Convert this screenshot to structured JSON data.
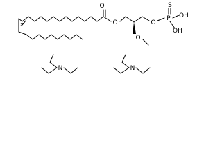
{
  "molecule": {
    "labels": {
      "cis_z": "Z",
      "ester_carbonyl_o": "O",
      "ester_o": "O",
      "methoxy_o": "O",
      "phosphate_o": "O",
      "phosphorus": "P",
      "thio_s": "S",
      "hydroxyl_1": "OH",
      "hydroxyl_2": "OH"
    }
  },
  "counterions": [
    {
      "name": "triethylamine",
      "atom": "N"
    },
    {
      "name": "triethylamine",
      "atom": "N"
    }
  ]
}
